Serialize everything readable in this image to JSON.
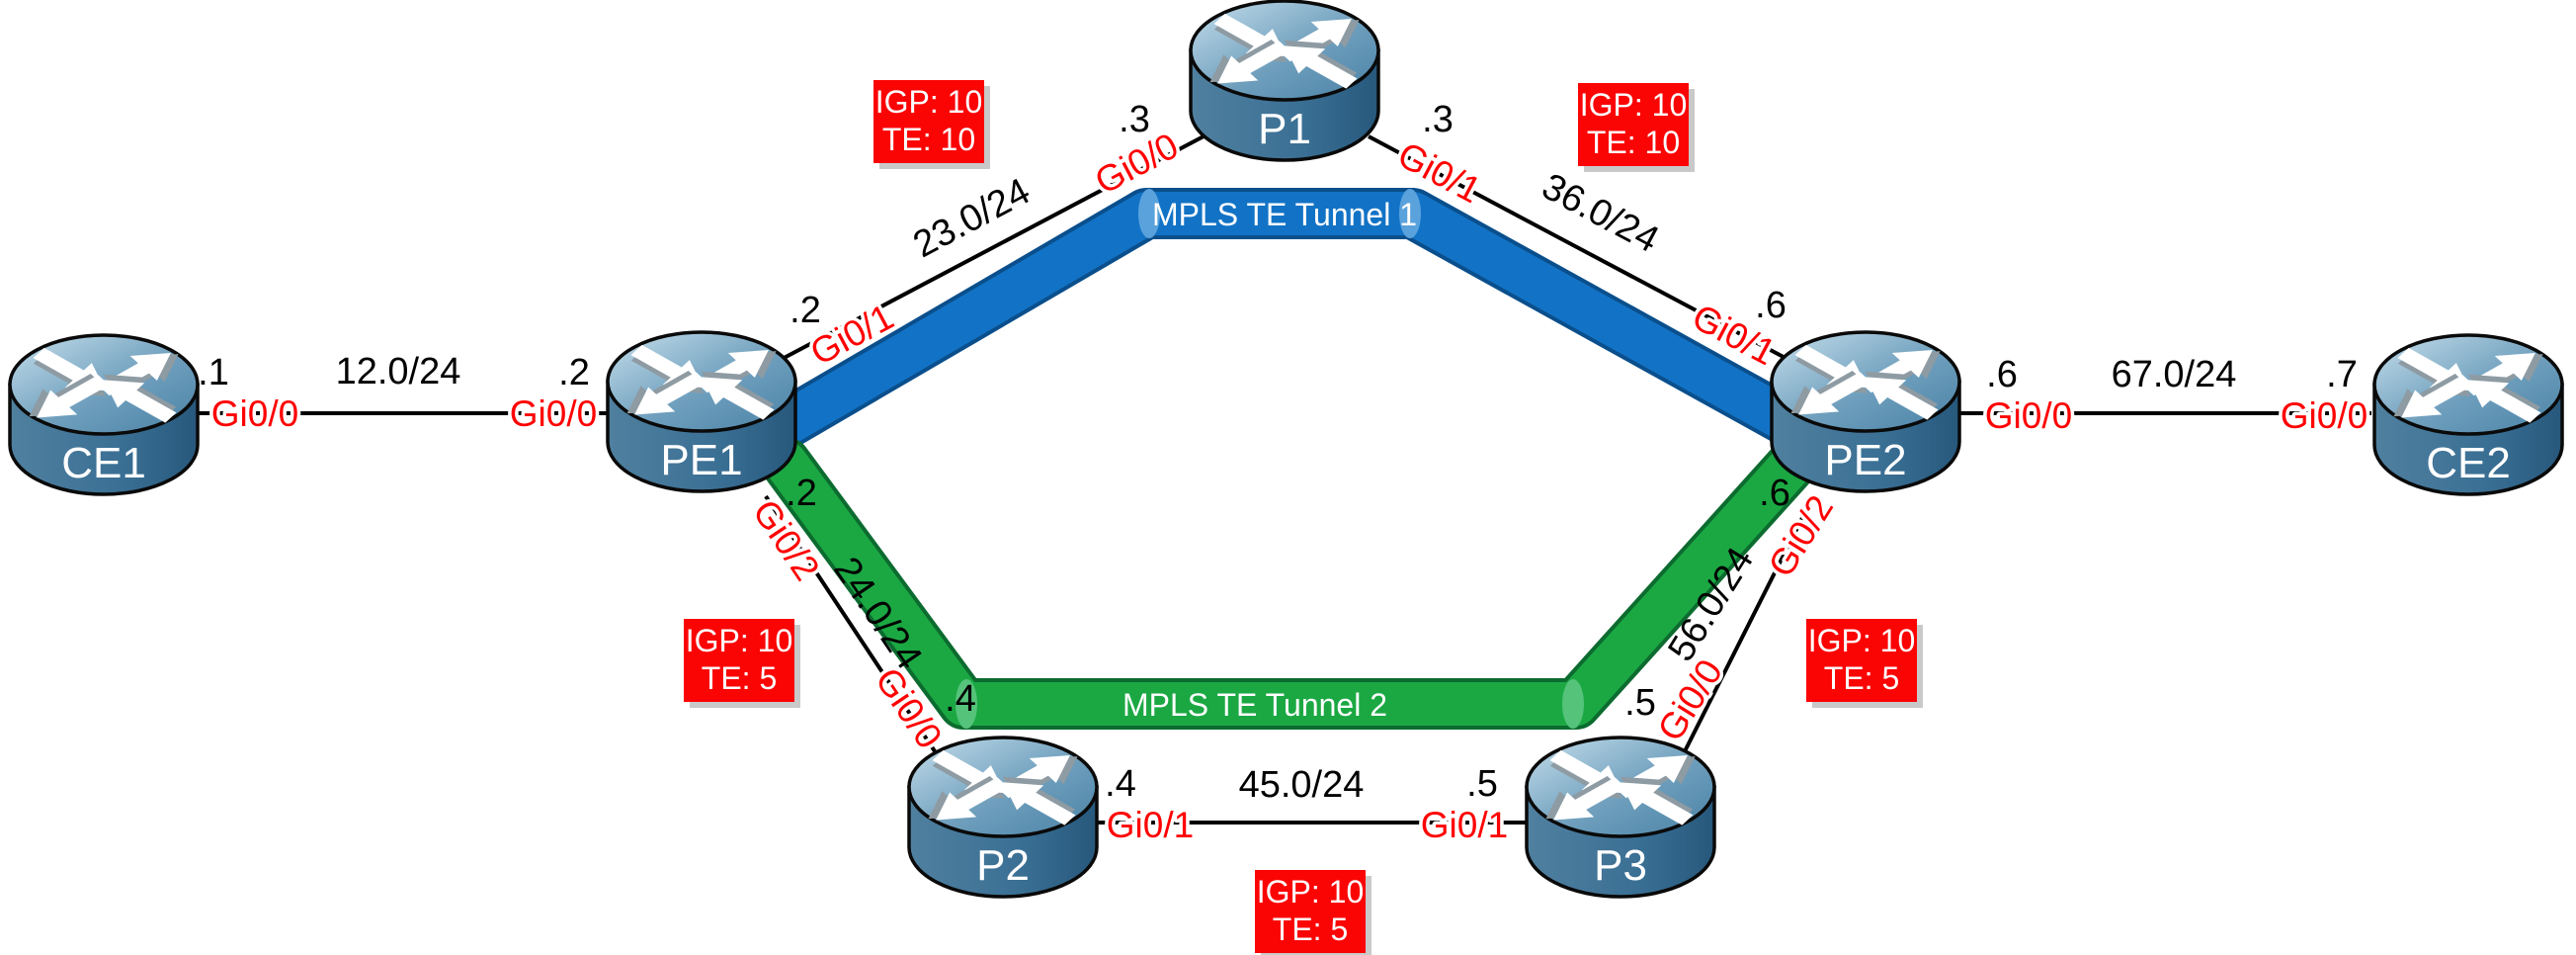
{
  "nodes": [
    {
      "id": "ce1",
      "label": "CE1",
      "role": "customer-edge"
    },
    {
      "id": "pe1",
      "label": "PE1",
      "role": "provider-edge"
    },
    {
      "id": "p1",
      "label": "P1",
      "role": "provider-core"
    },
    {
      "id": "p2",
      "label": "P2",
      "role": "provider-core"
    },
    {
      "id": "p3",
      "label": "P3",
      "role": "provider-core"
    },
    {
      "id": "pe2",
      "label": "PE2",
      "role": "provider-edge"
    },
    {
      "id": "ce2",
      "label": "CE2",
      "role": "customer-edge"
    }
  ],
  "links": [
    {
      "from": "CE1",
      "to": "PE1",
      "network": "12.0/24",
      "from_ip": ".1",
      "from_if": "Gi0/0",
      "to_ip": ".2",
      "to_if": "Gi0/0"
    },
    {
      "from": "PE1",
      "to": "P1",
      "network": "23.0/24",
      "from_ip": ".2",
      "from_if": "Gi0/1",
      "to_ip": ".3",
      "to_if": "Gi0/0",
      "igp": "IGP: 10",
      "te": "TE: 10"
    },
    {
      "from": "P1",
      "to": "PE2",
      "network": "36.0/24",
      "from_ip": ".3",
      "from_if": "Gi0/1",
      "to_ip": ".6",
      "to_if": "Gi0/1",
      "igp": "IGP: 10",
      "te": "TE: 10"
    },
    {
      "from": "PE1",
      "to": "P2",
      "network": "24.0/24",
      "from_ip": ".2",
      "from_if": "Gi0/2",
      "to_ip": ".4",
      "to_if": "Gi0/0",
      "igp": "IGP: 10",
      "te": "TE: 5"
    },
    {
      "from": "P2",
      "to": "P3",
      "network": "45.0/24",
      "from_ip": ".4",
      "from_if": "Gi0/1",
      "to_ip": ".5",
      "to_if": "Gi0/1",
      "igp": "IGP: 10",
      "te": "TE: 5"
    },
    {
      "from": "P3",
      "to": "PE2",
      "network": "56.0/24",
      "from_ip": ".5",
      "from_if": "Gi0/0",
      "to_ip": ".6",
      "to_if": "Gi0/2",
      "igp": "IGP: 10",
      "te": "TE: 5"
    },
    {
      "from": "PE2",
      "to": "CE2",
      "network": "67.0/24",
      "from_ip": ".6",
      "from_if": "Gi0/0",
      "to_ip": ".7",
      "to_if": "Gi0/0"
    }
  ],
  "tunnels": [
    {
      "label": "MPLS TE Tunnel 1",
      "color": "#1273C6",
      "path": "PE1-P1-PE2"
    },
    {
      "label": "MPLS TE Tunnel 2",
      "color": "#1BA843",
      "path": "PE1-P2-P3-PE2"
    }
  ],
  "colors": {
    "interface_label": "#ff0000",
    "badge_background": "#fb0404",
    "link_line": "#000000",
    "tunnel1_blue": "#1273C6",
    "tunnel2_green": "#1BA843",
    "router_body": "#3a6f94"
  }
}
